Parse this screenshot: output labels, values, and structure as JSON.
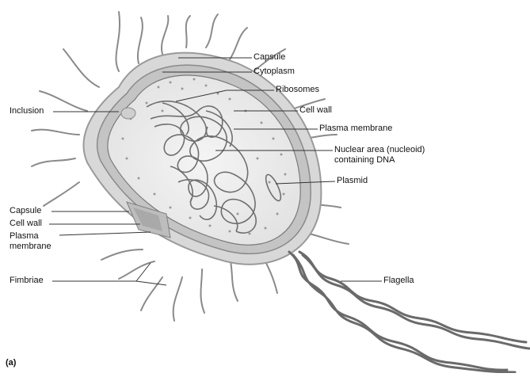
{
  "figure": {
    "panel_letter": "(a)",
    "right_labels": {
      "capsule": "Capsule",
      "cytoplasm": "Cytoplasm",
      "ribosomes": "Ribosomes",
      "cell_wall": "Cell wall",
      "plasma_membrane": "Plasma membrane",
      "nuclear_area": "Nuclear area (nucleoid)\ncontaining DNA",
      "plasmid": "Plasmid",
      "flagella": "Flagella"
    },
    "left_labels": {
      "inclusion": "Inclusion",
      "capsule": "Capsule",
      "cell_wall": "Cell wall",
      "plasma_membrane": "Plasma\nmembrane",
      "fimbriae": "Fimbriae"
    }
  }
}
